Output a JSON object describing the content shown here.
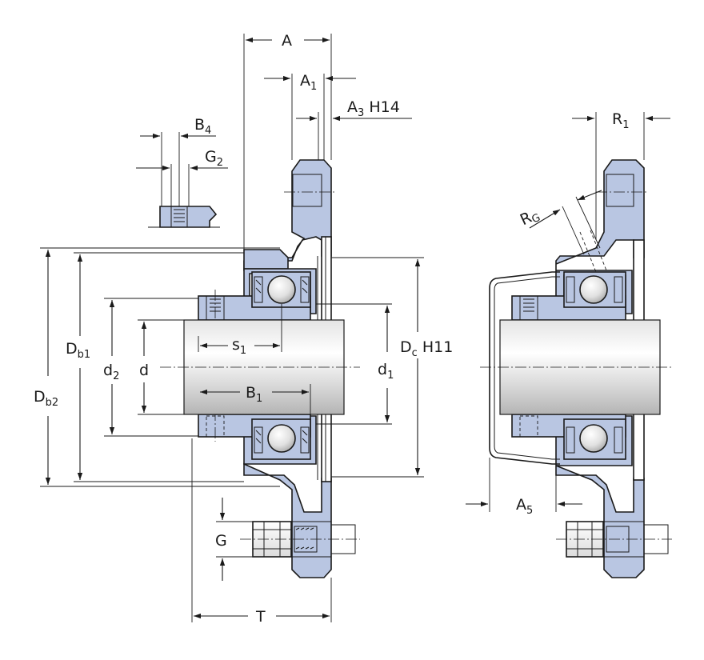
{
  "colors": {
    "housing": "#b9c6e2",
    "housing_dark": "#9fb0d4",
    "line": "#1a1a1a",
    "background": "#ffffff"
  },
  "labels": {
    "A": "A",
    "A1": {
      "base": "A",
      "sub": "1"
    },
    "A3": {
      "base": "A",
      "sub": "3",
      "suffix": " H14"
    },
    "B4": {
      "base": "B",
      "sub": "4"
    },
    "G2": {
      "base": "G",
      "sub": "2"
    },
    "Db1": {
      "base": "D",
      "sub": "b1"
    },
    "Db2": {
      "base": "D",
      "sub": "b2"
    },
    "d2": {
      "base": "d",
      "sub": "2"
    },
    "d": "d",
    "s1": {
      "base": "s",
      "sub": "1"
    },
    "B1": {
      "base": "B",
      "sub": "1"
    },
    "d1": {
      "base": "d",
      "sub": "1"
    },
    "Dc": {
      "base": "D",
      "sub": "c",
      "suffix": " H11"
    },
    "G": "G",
    "T": "T",
    "R1": {
      "base": "R",
      "sub": "1"
    },
    "RG": {
      "base": "R",
      "sub": "G"
    },
    "A5": {
      "base": "A",
      "sub": "5"
    }
  }
}
